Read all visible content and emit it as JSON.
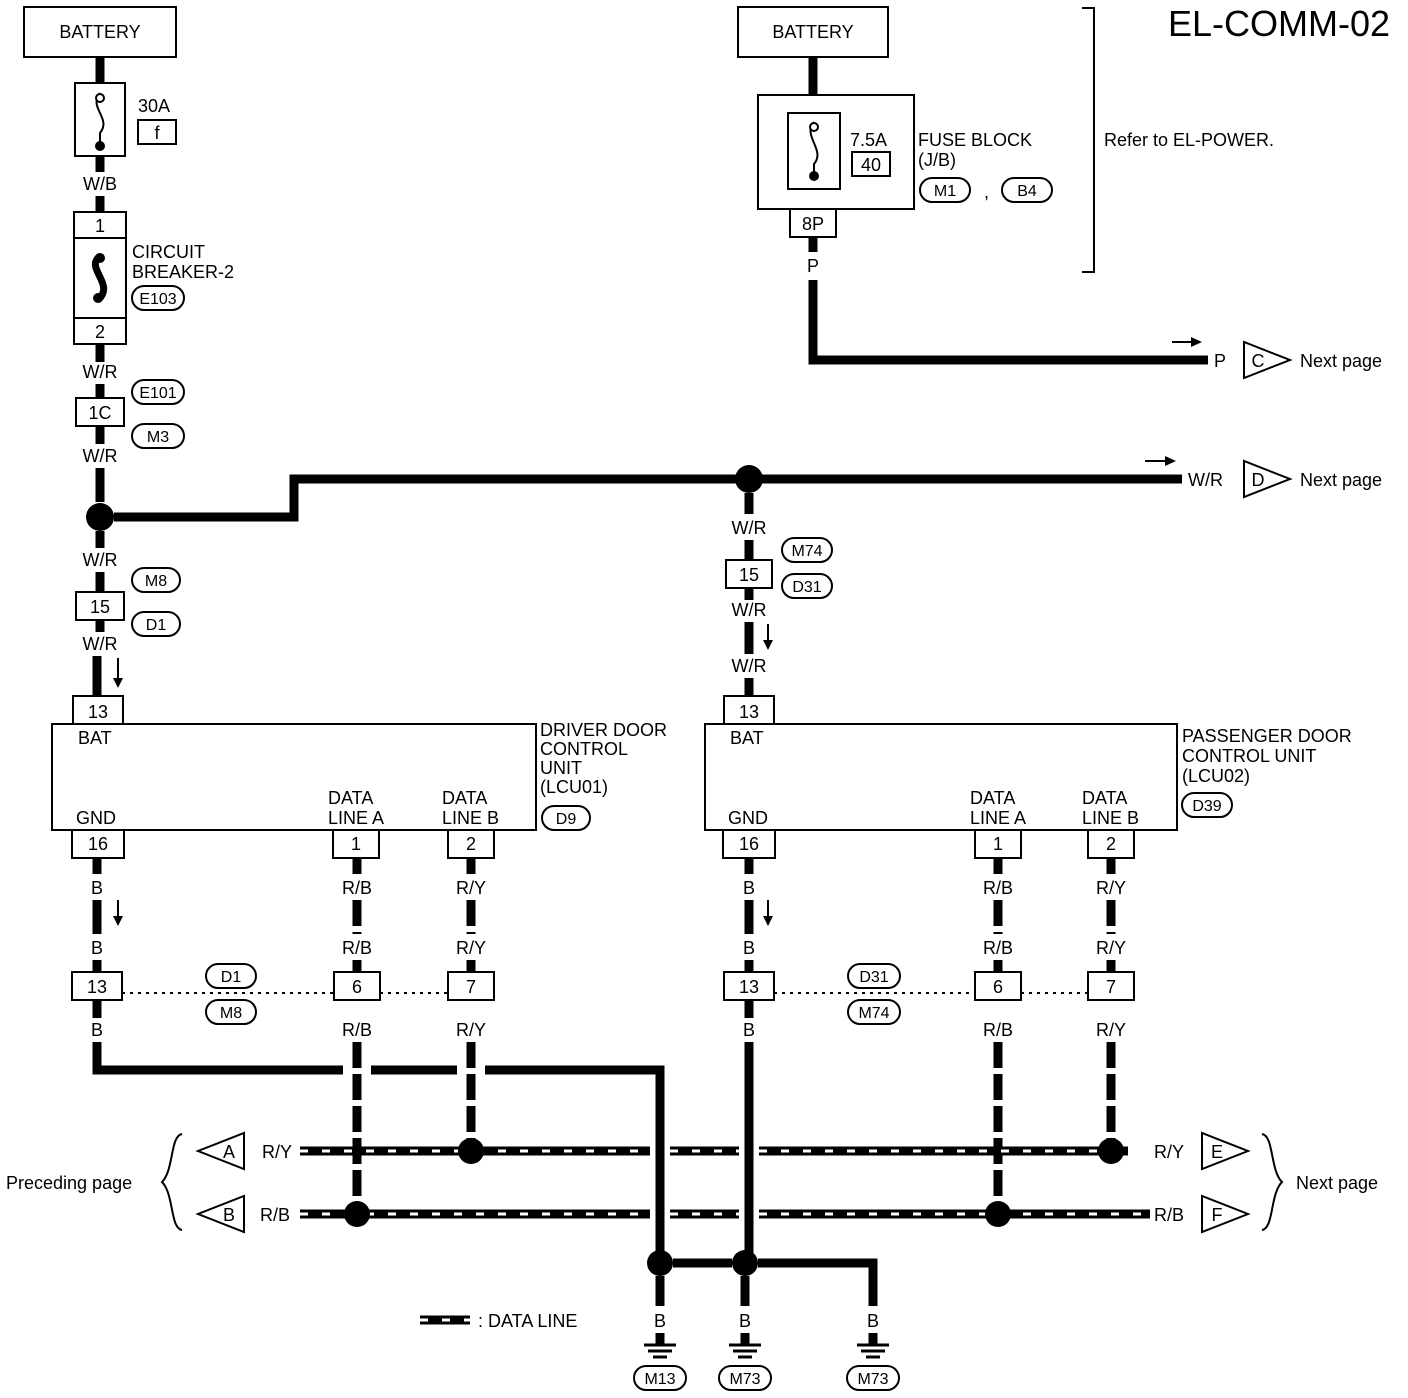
{
  "diagram": {
    "page_code": "EL-COMM-02",
    "battery_label": "BATTERY",
    "fuse_30a": {
      "rating": "30A",
      "id": "f"
    },
    "fuse_7_5a": {
      "rating": "7.5A",
      "id": "40",
      "block_label": "FUSE BLOCK",
      "block_sub": "(J/B)",
      "conn1": "M1",
      "sep": ",",
      "conn2": "B4",
      "pin": "8P"
    },
    "refer": "Refer to EL-POWER.",
    "circuit_breaker": {
      "line1": "CIRCUIT",
      "line2": "BREAKER-2",
      "conn": "E103",
      "pin1": "1",
      "pin2": "2"
    },
    "conn_1c": {
      "pin": "1C",
      "c1": "E101",
      "c2": "M3"
    },
    "conn_15_left": {
      "pin": "15",
      "c1": "M8",
      "c2": "D1"
    },
    "conn_15_right": {
      "pin": "15",
      "c1": "M74",
      "c2": "D31"
    },
    "wires": {
      "wb": "W/B",
      "wr": "W/R",
      "p": "P",
      "b": "B",
      "rb": "R/B",
      "ry": "R/Y"
    },
    "next_page": "Next page",
    "preceding_page": "Preceding page",
    "markers": {
      "a": "A",
      "b": "B",
      "c": "C",
      "d": "D",
      "e": "E",
      "f": "F"
    },
    "driver_unit": {
      "line1": "DRIVER DOOR",
      "line2": "CONTROL",
      "line3": "UNIT",
      "line4": "(LCU01)",
      "conn": "D9",
      "bat": "BAT",
      "gnd": "GND",
      "data_a1": "DATA",
      "data_a2": "LINE A",
      "data_b1": "DATA",
      "data_b2": "LINE B",
      "pin_bat": "13",
      "pin_gnd": "16",
      "pin_a": "1",
      "pin_b": "2"
    },
    "passenger_unit": {
      "line1": "PASSENGER DOOR",
      "line2": "CONTROL UNIT",
      "line3": "(LCU02)",
      "conn": "D39",
      "bat": "BAT",
      "gnd": "GND",
      "data_a1": "DATA",
      "data_a2": "LINE A",
      "data_b1": "DATA",
      "data_b2": "LINE B",
      "pin_bat": "13",
      "pin_gnd": "16",
      "pin_a": "1",
      "pin_b": "2"
    },
    "left_joint": {
      "p13": "13",
      "p6": "6",
      "p7": "7",
      "c1": "D1",
      "c2": "M8"
    },
    "right_joint": {
      "p13": "13",
      "p6": "6",
      "p7": "7",
      "c1": "D31",
      "c2": "M74"
    },
    "grounds": [
      "M13",
      "M73",
      "M73"
    ],
    "legend": ": DATA LINE"
  }
}
